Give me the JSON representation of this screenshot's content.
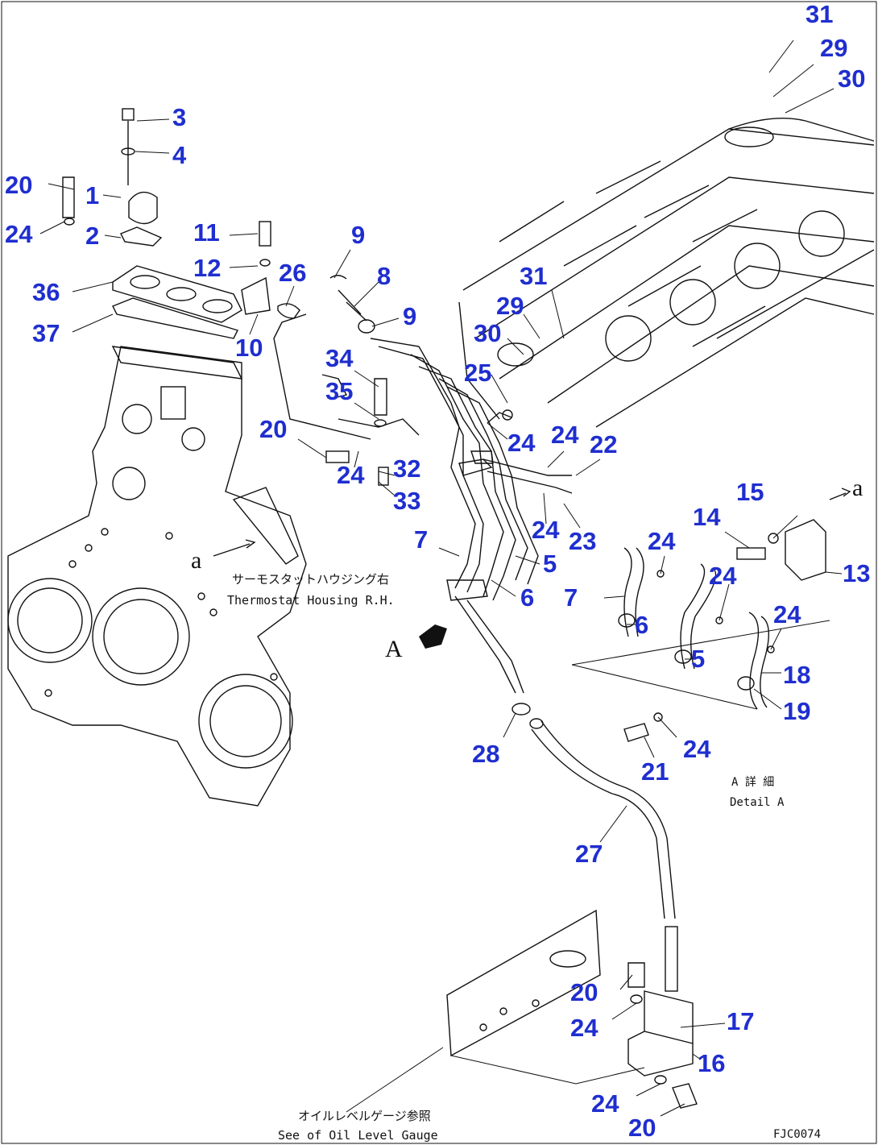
{
  "callouts": {
    "c31_top": "31",
    "c29_top": "29",
    "c30_top": "30",
    "c3": "3",
    "c4": "4",
    "c20_a": "20",
    "c1": "1",
    "c24_a": "24",
    "c2": "2",
    "c11": "11",
    "c12": "12",
    "c9_a": "9",
    "c8": "8",
    "c9_b": "9",
    "c36": "36",
    "c37": "37",
    "c26": "26",
    "c10": "10",
    "c31_mid": "31",
    "c29_mid": "29",
    "c30_mid": "30",
    "c25": "25",
    "c34": "34",
    "c35": "35",
    "c20_b": "20",
    "c24_b": "24",
    "c32": "32",
    "c33": "33",
    "c24_c": "24",
    "c24_d": "24",
    "c22": "22",
    "c24_e": "24",
    "c23": "23",
    "c7_a": "7",
    "c5_a": "5",
    "c6_a": "6",
    "c15": "15",
    "c14": "14",
    "c24_f": "24",
    "c24_g": "24",
    "c13": "13",
    "c7_b": "7",
    "c6_b": "6",
    "c24_h": "24",
    "c5_b": "5",
    "c18": "18",
    "c19": "19",
    "c28": "28",
    "c21": "21",
    "c24_i": "24",
    "c27": "27",
    "c20_c": "20",
    "c24_j": "24",
    "c17": "17",
    "c16": "16",
    "c24_k": "24",
    "c20_d": "20"
  },
  "notes": {
    "thermo_jp": "サーモスタットハウジング右",
    "thermo_en": "Thermostat Housing R.H.",
    "marker_a1": "a",
    "marker_a2": "a",
    "view_A": "A",
    "detail_jp": "A 詳 細",
    "detail_en": "Detail A",
    "oil_jp": "オイルレベルゲージ参照",
    "oil_en": "See of Oil Level Gauge",
    "drawing_code": "FJC0074"
  }
}
